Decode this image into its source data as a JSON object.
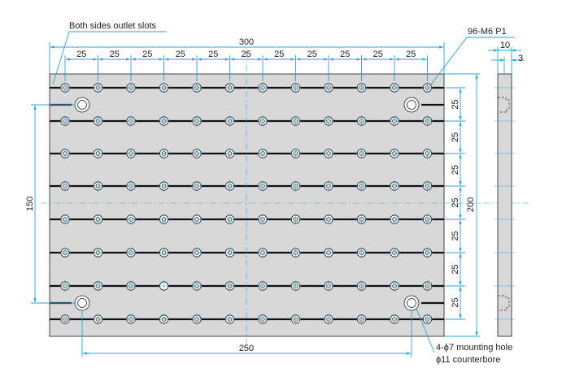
{
  "notes": {
    "slots": "Both sides outlet slots",
    "threads": "96-M6 P1",
    "mounting_line1": "4-ϕ7 mounting hole",
    "mounting_line2": "ϕ11 counterbore"
  },
  "dimensions": {
    "overall_width": "300",
    "overall_height": "200",
    "hole_pitch": "25",
    "mount_spacing_x": "250",
    "mount_spacing_y": "150",
    "side_thickness": "10",
    "side_slot_depth": "3"
  },
  "colors": {
    "dimension_lines": "#29a3d6",
    "plate_fill": "#d8d8d8",
    "slot": "#111111"
  }
}
